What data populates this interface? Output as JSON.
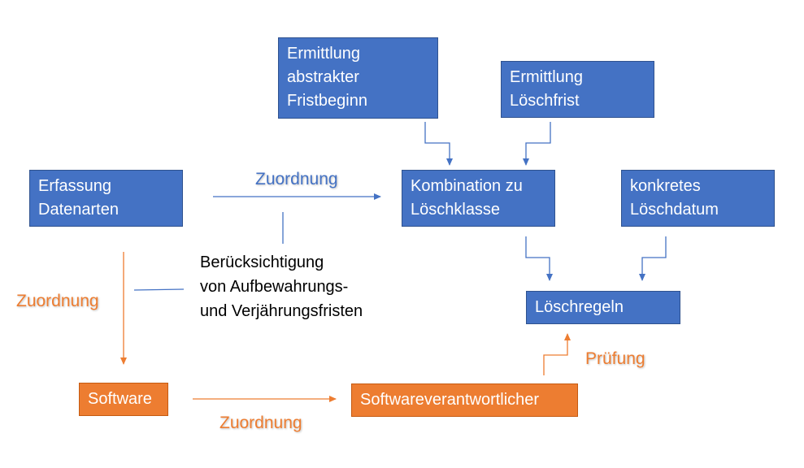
{
  "colors": {
    "blue": "#4472c4",
    "orange": "#ed7d31",
    "connector_blue": "#4472c4",
    "connector_orange": "#ed7d31"
  },
  "nodes": {
    "ermittlung_fristbeginn": {
      "lines": [
        "Ermittlung",
        "abstrakter",
        "Fristbeginn"
      ]
    },
    "ermittlung_loeschfrist": {
      "lines": [
        "Ermittlung",
        "Löschfrist"
      ]
    },
    "erfassung_datenarten": {
      "lines": [
        "Erfassung",
        "Datenarten"
      ]
    },
    "kombination_loeschklasse": {
      "lines": [
        "Kombination zu",
        "Löschklasse"
      ]
    },
    "konkretes_loeschdatum": {
      "lines": [
        "konkretes",
        "Löschdatum"
      ]
    },
    "loeschregeln": {
      "lines": [
        "Löschregeln"
      ]
    },
    "software": {
      "lines": [
        "Software"
      ]
    },
    "softwareverantwortlicher": {
      "lines": [
        "Softwareverantwortlicher"
      ]
    }
  },
  "edge_labels": {
    "zuordnung_top": "Zuordnung",
    "zuordnung_left": "Zuordnung",
    "zuordnung_bottom": "Zuordnung",
    "pruefung": "Prüfung"
  },
  "note": {
    "lines": [
      "Berücksichtigung",
      "von Aufbewahrungs-",
      "und Verjährungsfristen"
    ]
  }
}
